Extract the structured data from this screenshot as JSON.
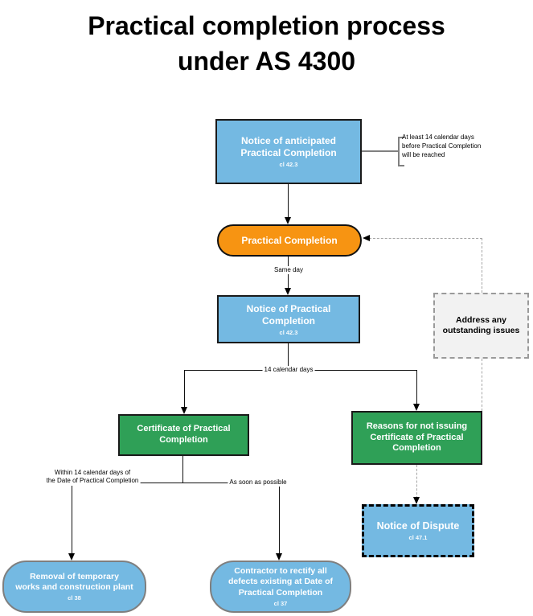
{
  "title": "Practical completion process\nunder AS 4300",
  "colors": {
    "node_blue": "#74B9E2",
    "node_green": "#2FA057",
    "node_orange": "#F79412",
    "node_gray_fill": "#F2F2F2",
    "connector_black": "#111111",
    "connector_gray_dashed": "#A6A6A6",
    "annotation_gray": "#808080",
    "text_white": "#FFFFFF",
    "text_black": "#000000"
  },
  "nodes": {
    "anticipated": {
      "title": "Notice of anticipated\nPractical Completion",
      "clause": "cl 42.3"
    },
    "practical_completion": {
      "title": "Practical Completion"
    },
    "notice_pc": {
      "title": "Notice of Practical\nCompletion",
      "clause": "cl 42.3"
    },
    "address_issues": {
      "title": "Address any\noutstanding issues"
    },
    "certificate": {
      "title": "Certificate of Practical\nCompletion"
    },
    "reasons": {
      "title": "Reasons for not issuing\nCertificate of Practical\nCompletion"
    },
    "dispute": {
      "title": "Notice of Dispute",
      "clause": "cl 47.1"
    },
    "removal": {
      "title": "Removal of temporary\nworks and construction plant",
      "clause": "cl 38"
    },
    "rectify": {
      "title": "Contractor to rectify all\ndefects existing at Date of\nPractical Completion",
      "clause": "cl 37"
    }
  },
  "edge_labels": {
    "annotation": "At least 14 calendar days\nbefore Practical Completion\nwill be reached",
    "same_day": "Same day",
    "fourteen_days": "14 calendar days",
    "within_14": "Within 14 calendar days of\nthe Date of Practical Completion",
    "asap": "As soon as possible"
  }
}
